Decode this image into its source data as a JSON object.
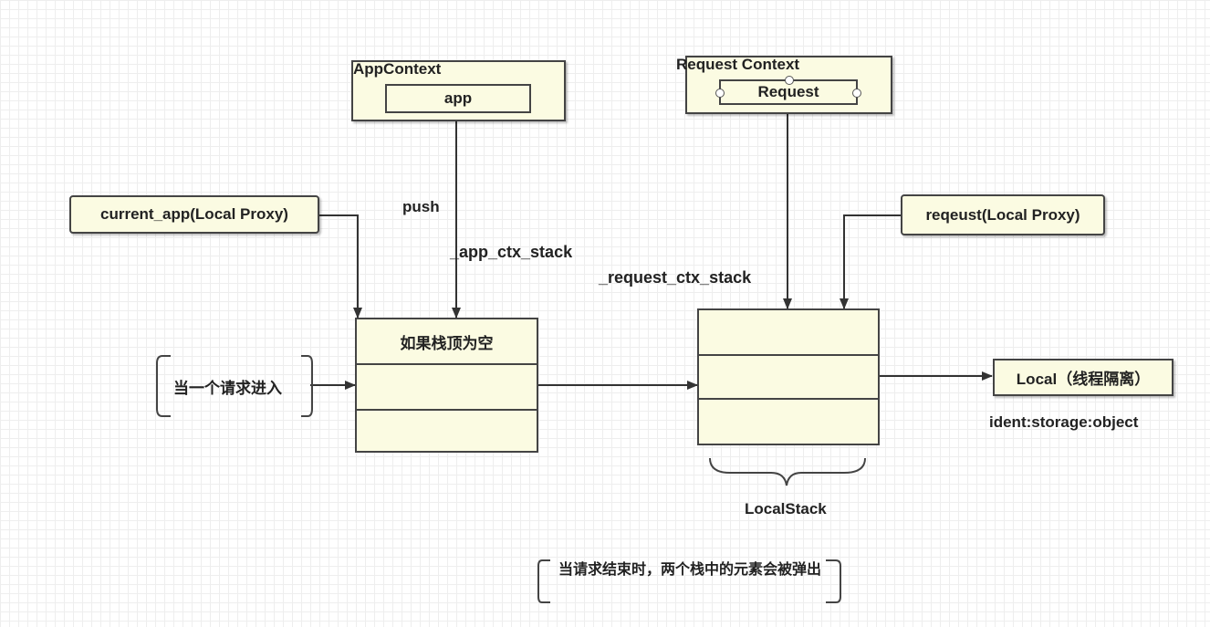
{
  "app_context": {
    "title": "AppContext",
    "inner": "app"
  },
  "request_context": {
    "title": "Request Context",
    "inner": "Request"
  },
  "current_app_proxy": "current_app(Local Proxy)",
  "request_proxy": "reqeust(Local Proxy)",
  "push_label": "push",
  "app_ctx_stack_label": "_app_ctx_stack",
  "request_ctx_stack_label": "_request_ctx_stack",
  "app_stack": {
    "top_cell": "如果栈顶为空",
    "cells": [
      "",
      ""
    ]
  },
  "request_stack": {
    "cells": [
      "",
      "",
      ""
    ]
  },
  "request_enters": "当一个请求进入",
  "local_box": "Local（线程隔离）",
  "ident_label": "ident:storage:object",
  "localstack_label": "LocalStack",
  "end_note": "当请求结束时，两个栈中的元素会被弹出"
}
